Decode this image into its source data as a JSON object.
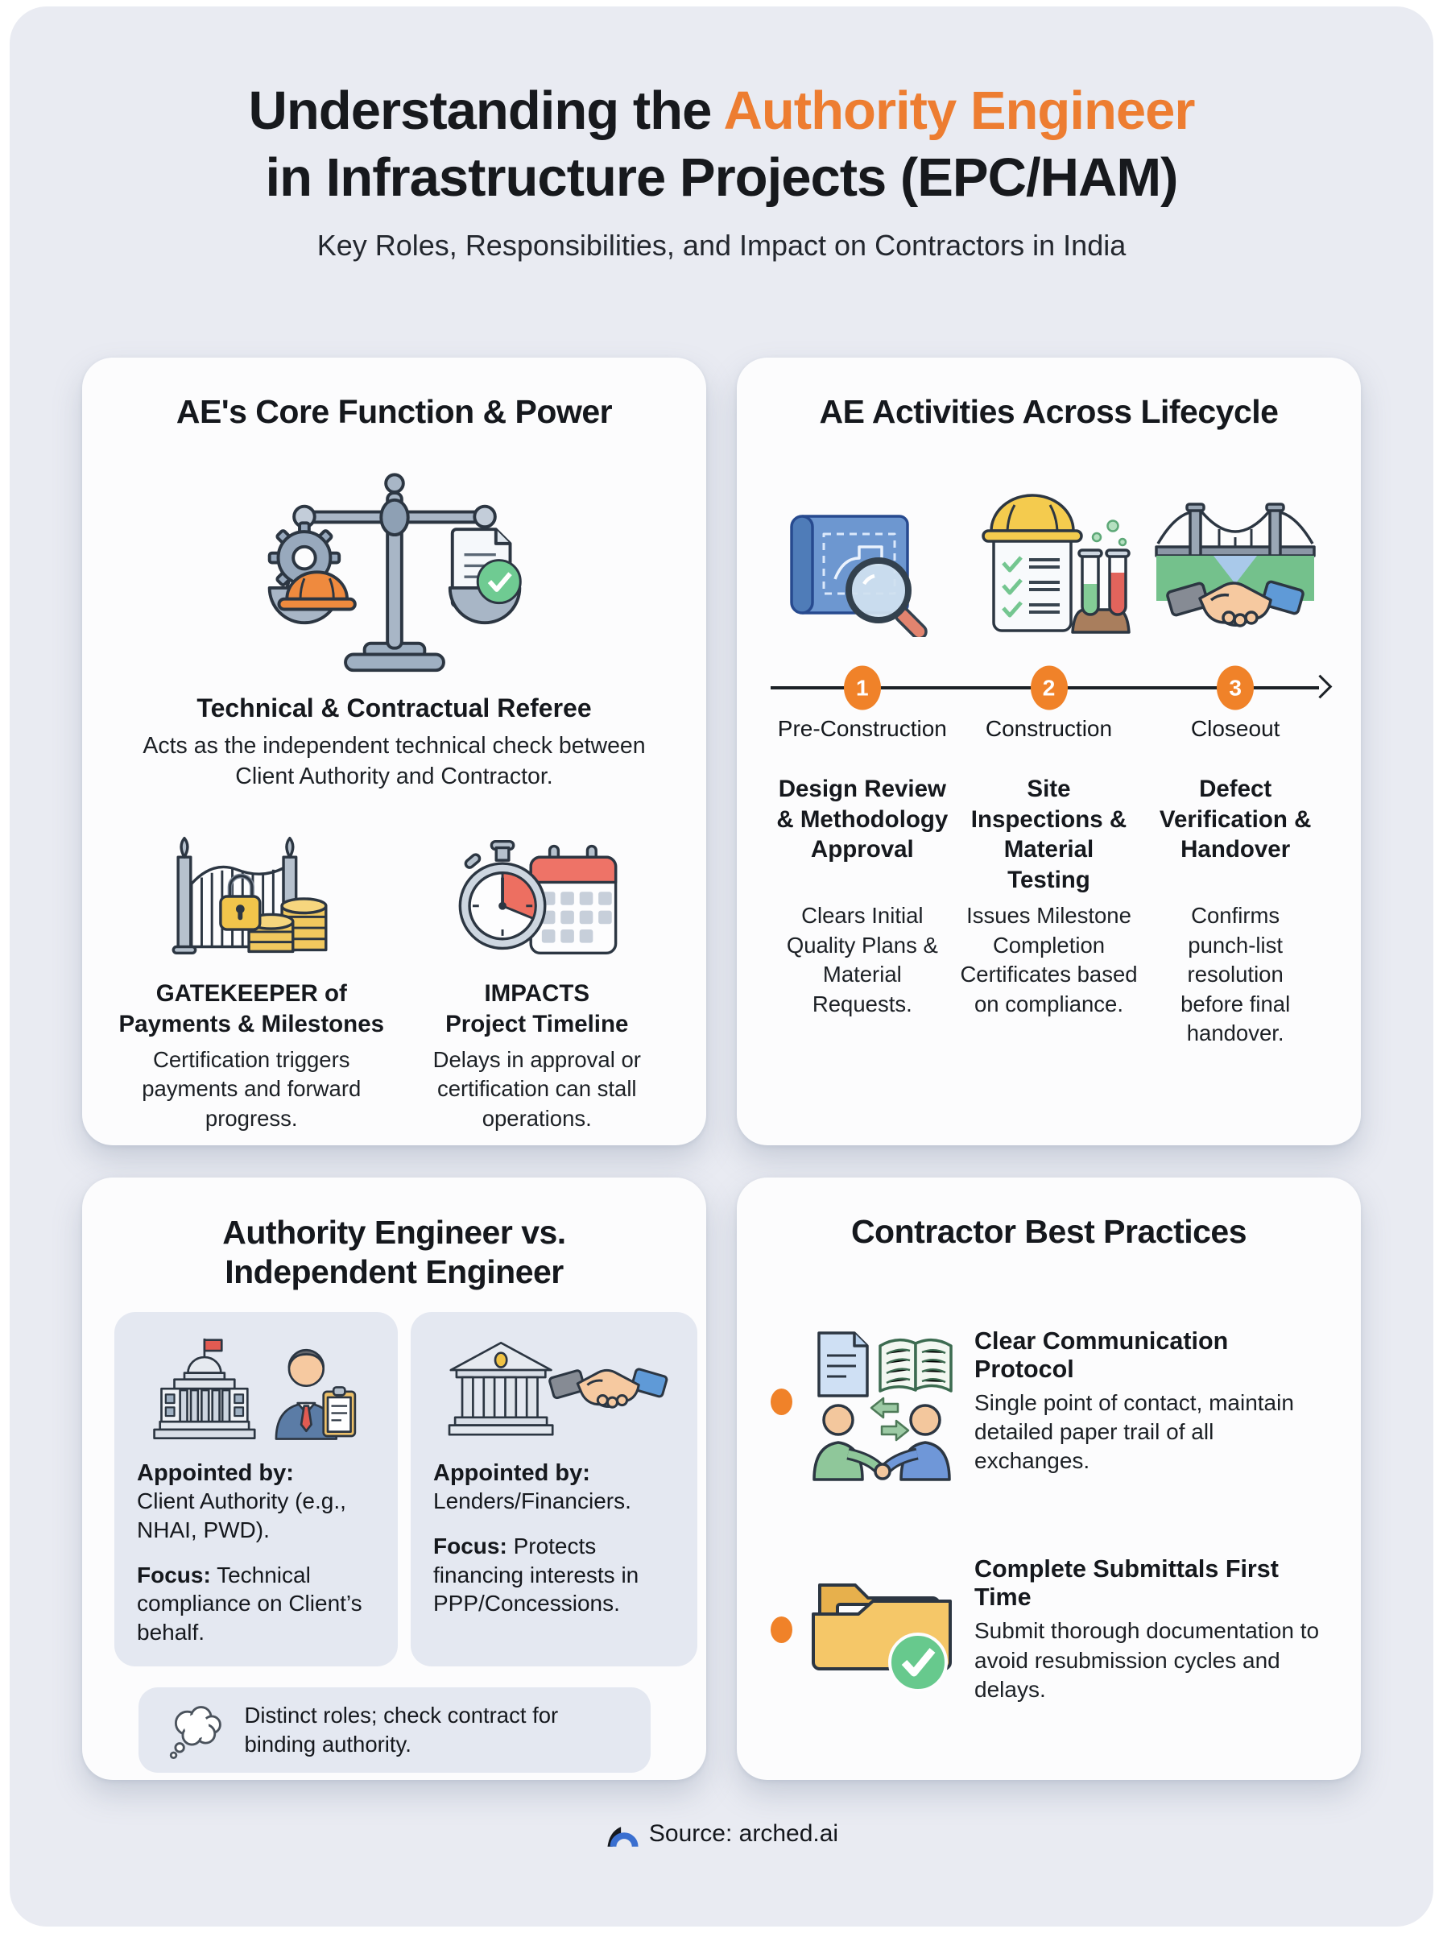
{
  "page": {
    "title": {
      "lead": "Understanding the ",
      "highlight": "Authority Engineer",
      "line2": "in Infrastructure Projects (EPC/HAM)"
    },
    "subtitle": "Key Roles, Responsibilities, and Impact on Contractors in India",
    "footer": {
      "source": "Source: arched.ai"
    },
    "colors": {
      "accent_orange": "#ed7d31",
      "marker_orange": "#f08229",
      "success_green": "#6fcb92",
      "canvas_bg": "#e9ebf2",
      "card_bg": "#fcfcfd",
      "panel_bg": "#e4e8f1"
    }
  },
  "core": {
    "title": "AE's Core Function & Power",
    "referee": {
      "heading": "Technical & Contractual Referee",
      "body": "Acts as the independent technical check between Client Authority and Contractor."
    },
    "gatekeeper": {
      "heading_line1": "GATEKEEPER of",
      "heading_line2": "Payments & Milestones",
      "body": "Certification triggers payments and forward progress."
    },
    "impacts": {
      "heading_line1": "IMPACTS",
      "heading_line2": "Project Timeline",
      "body": "Delays in approval or certification can stall operations."
    }
  },
  "lifecycle": {
    "title": "AE Activities Across Lifecycle",
    "steps": [
      {
        "num": "1",
        "phase": "Pre-Construction",
        "heading": "Design Review & Methodology Approval",
        "body": "Clears Initial Quality Plans & Material Requests."
      },
      {
        "num": "2",
        "phase": "Construction",
        "heading": "Site Inspections & Material Testing",
        "body": "Issues Milestone Completion Certificates based on compliance."
      },
      {
        "num": "3",
        "phase": "Closeout",
        "heading": "Defect Verification & Handover",
        "body": "Confirms punch-list resolution before final handover."
      }
    ]
  },
  "versus": {
    "title_line1": "Authority Engineer vs.",
    "title_line2": "Independent Engineer",
    "left": {
      "appointed_label": "Appointed by:",
      "appointed_value": "Client Authority (e.g., NHAI, PWD).",
      "focus_label": "Focus:",
      "focus_value": "Technical compliance on Client’s behalf."
    },
    "right": {
      "appointed_label": "Appointed by:",
      "appointed_value": "Lenders/Financiers.",
      "focus_label": "Focus:",
      "focus_value": "Protects financing interests in PPP/Concessions."
    },
    "note": "Distinct roles; check contract for binding authority."
  },
  "practices": {
    "title": "Contractor Best Practices",
    "items": [
      {
        "heading": "Clear Communication Protocol",
        "body": "Single point of contact, maintain detailed paper trail of all exchanges."
      },
      {
        "heading": "Complete Submittals First Time",
        "body": "Submit thorough documentation to avoid resubmission cycles and delays."
      }
    ]
  }
}
